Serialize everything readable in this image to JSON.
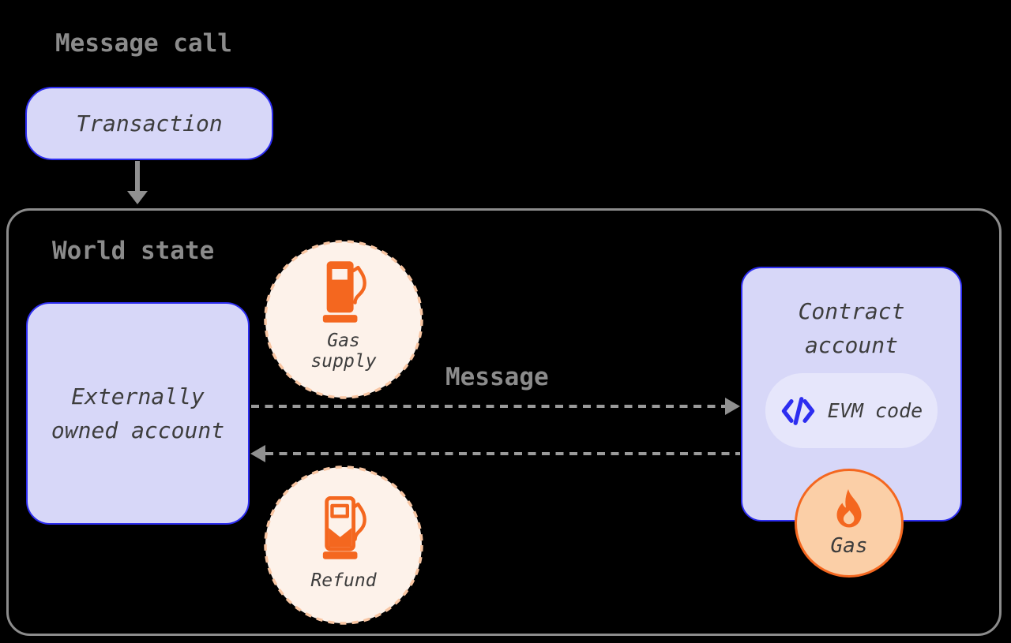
{
  "colors": {
    "orange": "#f4671f",
    "blue": "#2d2df0",
    "lavender": "#d7d7f8",
    "pill": "#e6e6fb",
    "cream": "#fdf2ea",
    "peach": "#f8c5a2",
    "gas_circle": "#fbcfa7",
    "heading_gray": "#8b8b8b",
    "border_gray": "#8c8c8c",
    "arrow_gray": "#9a9a9a",
    "arrow_solid": "#909090",
    "dark_text": "#3d3d3d",
    "background": "#000000"
  },
  "diagram": {
    "title": "Message call",
    "transaction": {
      "label": "Transaction"
    },
    "world_state": {
      "title": "World state",
      "externally_owned_account": {
        "line1": "Externally",
        "line2": "owned account"
      },
      "gas_supply": {
        "line1": "Gas",
        "line2": "supply",
        "icon": "gas-pump-icon"
      },
      "refund": {
        "label": "Refund",
        "icon": "gas-pump-refund-icon"
      },
      "message": {
        "label": "Message"
      },
      "contract_account": {
        "line1": "Contract",
        "line2": "account",
        "evm_code": {
          "label": "EVM code",
          "icon": "code-icon"
        }
      },
      "gas": {
        "label": "Gas",
        "icon": "flame-icon"
      }
    }
  }
}
